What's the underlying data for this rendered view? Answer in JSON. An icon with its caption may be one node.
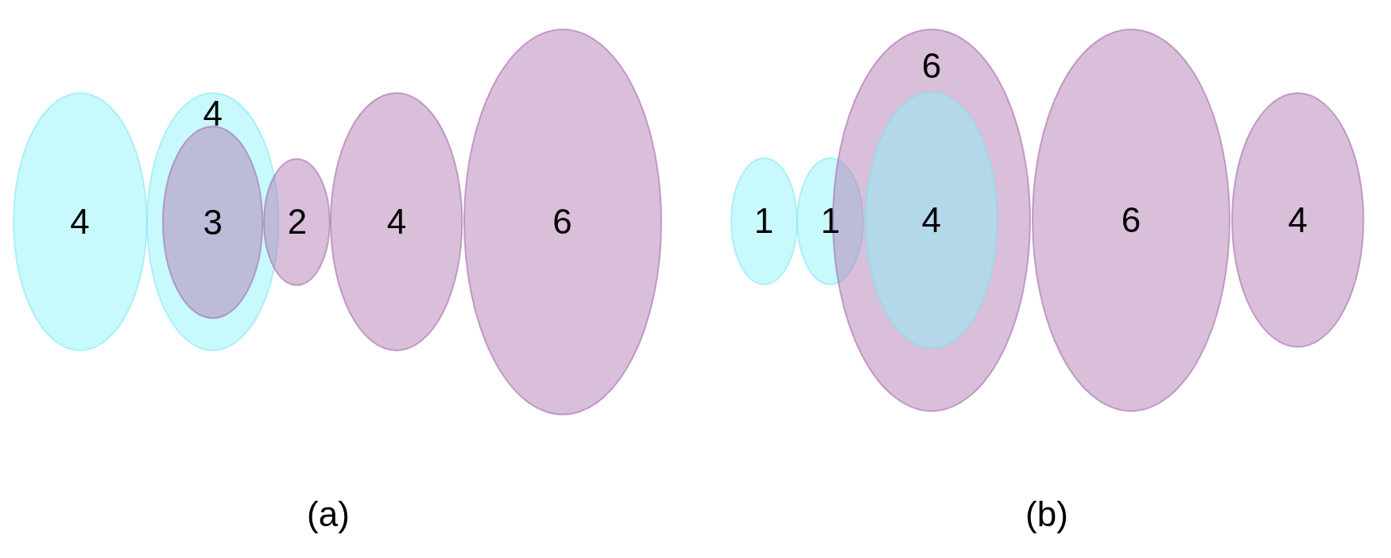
{
  "diagram": {
    "nodes": [
      {
        "text": [
          "4"
        ]
      },
      {
        "text": [
          "4"
        ]
      },
      {
        "text": [
          "3"
        ],
        "in": 1
      },
      {
        "text": [
          "2"
        ]
      },
      {
        "text": [
          "4"
        ]
      },
      {
        "text": [
          "6"
        ]
      },
      {
        "text": [
          "1"
        ]
      },
      {
        "text": [
          "1"
        ]
      },
      {
        "text": [
          "6"
        ]
      },
      {
        "text": [
          "4"
        ],
        "in": 8
      },
      {
        "text": [
          "6"
        ]
      },
      {
        "text": [
          "4"
        ]
      }
    ],
    "labels": [
      "(a)",
      "(b)"
    ]
  }
}
